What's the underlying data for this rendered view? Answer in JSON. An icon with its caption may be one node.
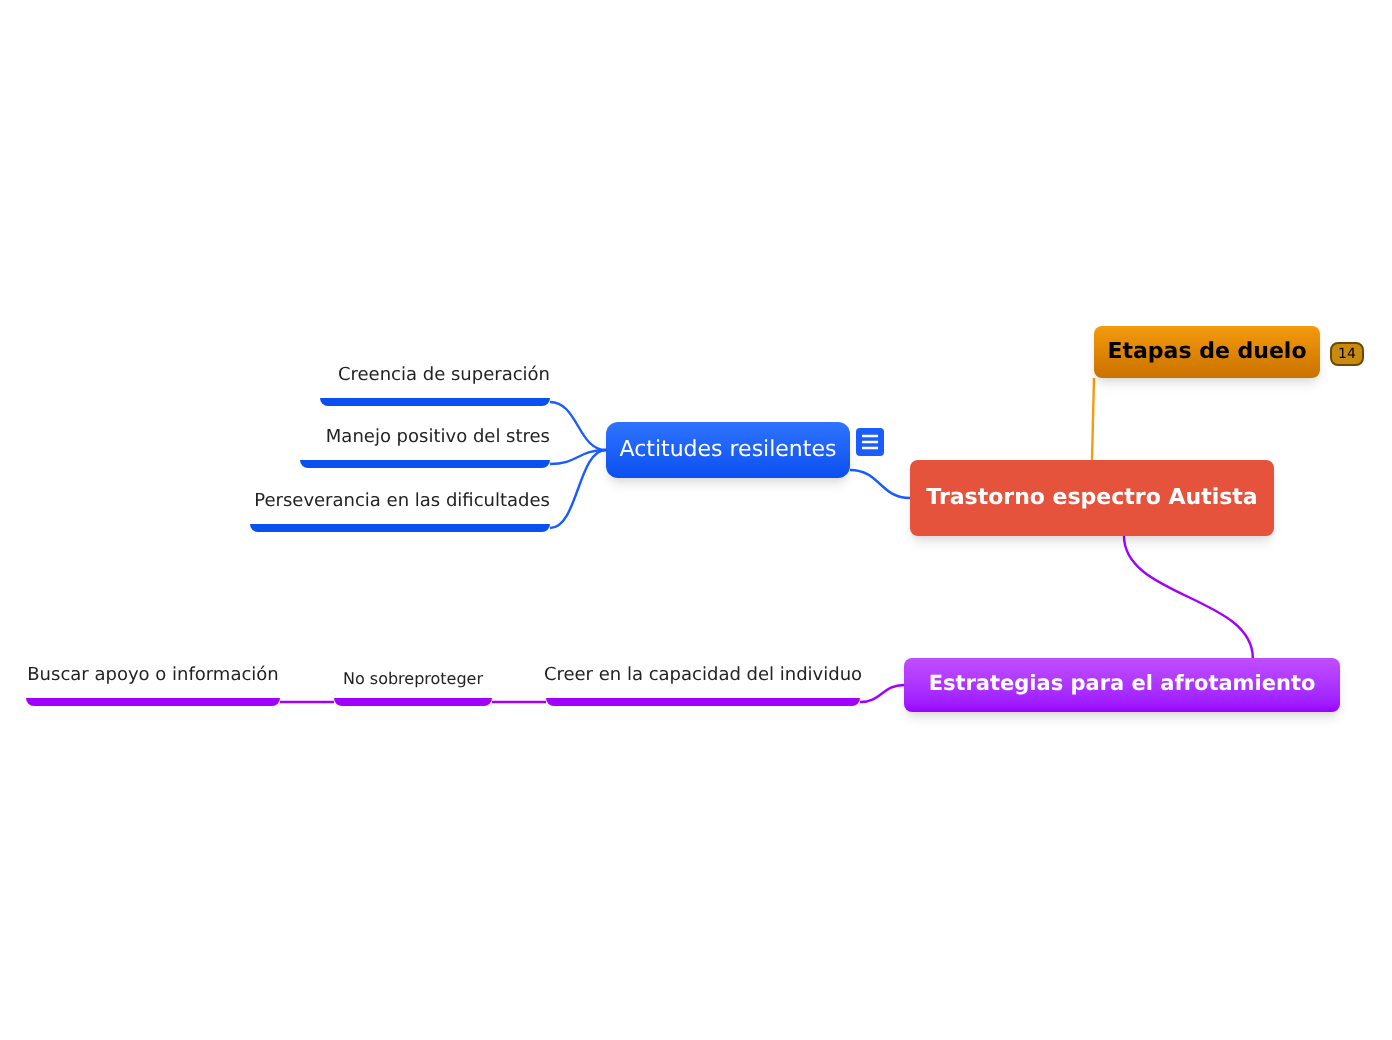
{
  "diagram": {
    "nodes": [
      {
        "text": [
          "Trastorno espectro Autista"
        ]
      },
      {
        "text": [
          "Etapas de duelo"
        ],
        "beside": [
          "14"
        ]
      },
      {
        "text": [
          "Actitudes resilentes"
        ]
      },
      {
        "text": [
          "Creencia de superación"
        ]
      },
      {
        "text": [
          "Manejo positivo del stres"
        ]
      },
      {
        "text": [
          "Perseverancia en las dificultades"
        ]
      },
      {
        "text": [
          "Estrategias para el afrotamiento"
        ]
      },
      {
        "text": [
          "Creer en la capacidad del individuo"
        ]
      },
      {
        "text": [
          "No sobreproteger"
        ]
      },
      {
        "text": [
          "Buscar apoyo o información"
        ]
      }
    ],
    "edges": [
      {
        "from": 0,
        "to": 1,
        "arrow": "none",
        "color": "#f39c12"
      },
      {
        "from": 0,
        "to": 2,
        "arrow": "none",
        "color": "#1a5cff"
      },
      {
        "from": 2,
        "to": 3,
        "arrow": "none",
        "color": "#1a5cff"
      },
      {
        "from": 2,
        "to": 4,
        "arrow": "none",
        "color": "#1a5cff"
      },
      {
        "from": 2,
        "to": 5,
        "arrow": "none",
        "color": "#1a5cff"
      },
      {
        "from": 0,
        "to": 6,
        "arrow": "none",
        "color": "#a100ff"
      },
      {
        "from": 6,
        "to": 7,
        "arrow": "none",
        "color": "#a100ff"
      },
      {
        "from": 7,
        "to": 8,
        "arrow": "none",
        "color": "#a100ff"
      },
      {
        "from": 8,
        "to": 9,
        "arrow": "none",
        "color": "#a100ff"
      }
    ]
  }
}
